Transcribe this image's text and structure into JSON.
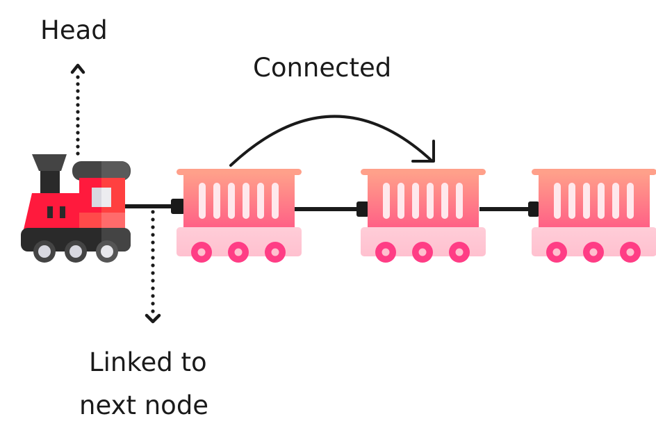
{
  "labels": {
    "head": "Head",
    "connected": "Connected",
    "linked_line1": "Linked to",
    "linked_line2": "next node"
  },
  "nodes": [
    {
      "type": "locomotive",
      "role": "head"
    },
    {
      "type": "wagon"
    },
    {
      "type": "wagon"
    },
    {
      "type": "wagon"
    }
  ],
  "colors": {
    "text": "#1a1a1a",
    "engine_red": "#ff1a3d",
    "engine_dark": "#2a2a2a",
    "wagon_top": "#ffa08a",
    "wagon_bottom": "#ff5f86",
    "wagon_base": "#ffcdd8",
    "wheel": "#ff3d85"
  }
}
